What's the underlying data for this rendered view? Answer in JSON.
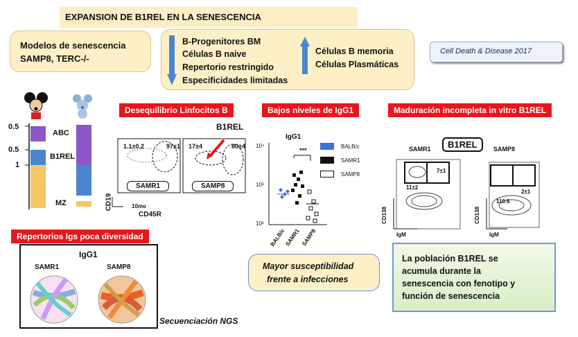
{
  "title": "EXPANSION DE B1REL EN LA SENESCENCIA",
  "models": {
    "line1": "Modelos de senescencia",
    "line2": "SAMP8, TERC-/-"
  },
  "changes": {
    "down": [
      "B-Progenitores BM",
      "Células B naive",
      "Repertorio restringido",
      "Especificidades limitadas"
    ],
    "up": [
      "Células B memoria",
      "Células Plasmáticas"
    ]
  },
  "citation": "Cell Death & Disease 2017",
  "left_scale": {
    "ticks": [
      "0.5",
      "0.5",
      "1"
    ],
    "labels": {
      "abc": "ABC",
      "b1rel": "B1REL",
      "mz": "MZ"
    }
  },
  "panel_desequilibrio": {
    "heading": "Desequilibrio Linfocitos B",
    "b1rel_label": "B1REL",
    "plots": [
      {
        "name": "SAMR1",
        "left_value": "1.1±0.2",
        "right_value": "97±1"
      },
      {
        "name": "SAMP8",
        "left_value": "17±4",
        "right_value": "80±4"
      }
    ],
    "yaxis": "CD19",
    "xaxis": "CD45R",
    "age": "10mo"
  },
  "panel_igg1": {
    "heading": "Bajos niveles de IgG1",
    "title": "IgG1",
    "yticks": [
      "10⁴",
      "10³",
      "10²"
    ],
    "significance": "***",
    "legend": [
      "BALB/c",
      "SAMR1",
      "SAMP8"
    ],
    "categories": [
      "BALB/c",
      "SAMR1",
      "SAMP8"
    ],
    "colors": {
      "balbc": "#3f6fd8",
      "samr1": "#111111",
      "samp8": "#ffffff"
    }
  },
  "panel_maduracion": {
    "heading": "Maduración incompleta in vitro B1REL",
    "b1rel_box": "B1REL",
    "plots": [
      {
        "name": "SAMR1",
        "gate1": "7±1",
        "gate2": "11±2",
        "yaxis": "CD138",
        "xaxis": "IgM"
      },
      {
        "name": "SAMP8",
        "gate1": "2±1",
        "gate2": "110.6",
        "yaxis": "CD138",
        "xaxis": "IgM"
      }
    ]
  },
  "panel_repertorio": {
    "heading": "Repertorios Igs poca diversidad",
    "title": "IgG1",
    "circles": [
      "SAMR1",
      "SAMP8"
    ],
    "footnote": "Secuenciación NGS"
  },
  "susceptibilidad": {
    "line1": "Mayor susceptibilidad",
    "line2": "frente a infecciones"
  },
  "conclusion": {
    "line1": "La población B1REL se",
    "line2": "acumula durante la",
    "line3": "senescencia con fenotipo y",
    "line4": "función de  senescencia"
  }
}
